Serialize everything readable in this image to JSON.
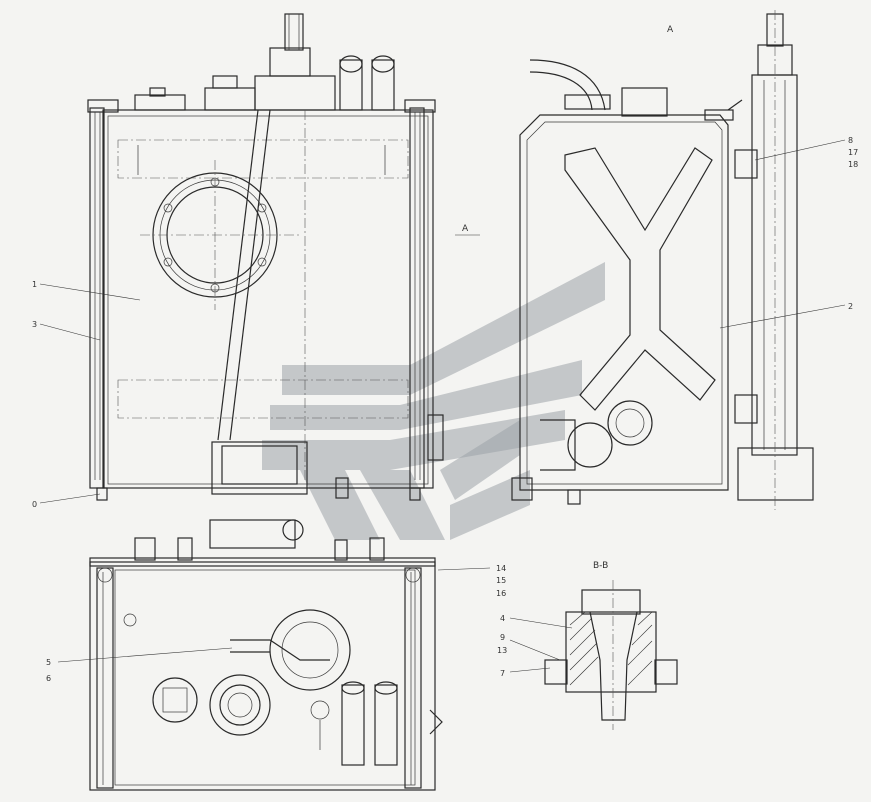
{
  "view_labels": {
    "section_a_top": "A",
    "section_a_arrow": "A",
    "section_bb": "B-B"
  },
  "callouts": {
    "front": [
      "1",
      "3",
      "0"
    ],
    "side": [
      "8",
      "17",
      "18",
      "2"
    ],
    "top": [
      "5",
      "6",
      "14",
      "15",
      "16"
    ],
    "section": [
      "4",
      "9",
      "13",
      "7"
    ]
  },
  "colors": {
    "line": "#2a2a2a",
    "paper": "#f4f4f2",
    "watermark": "#9da3a8"
  }
}
